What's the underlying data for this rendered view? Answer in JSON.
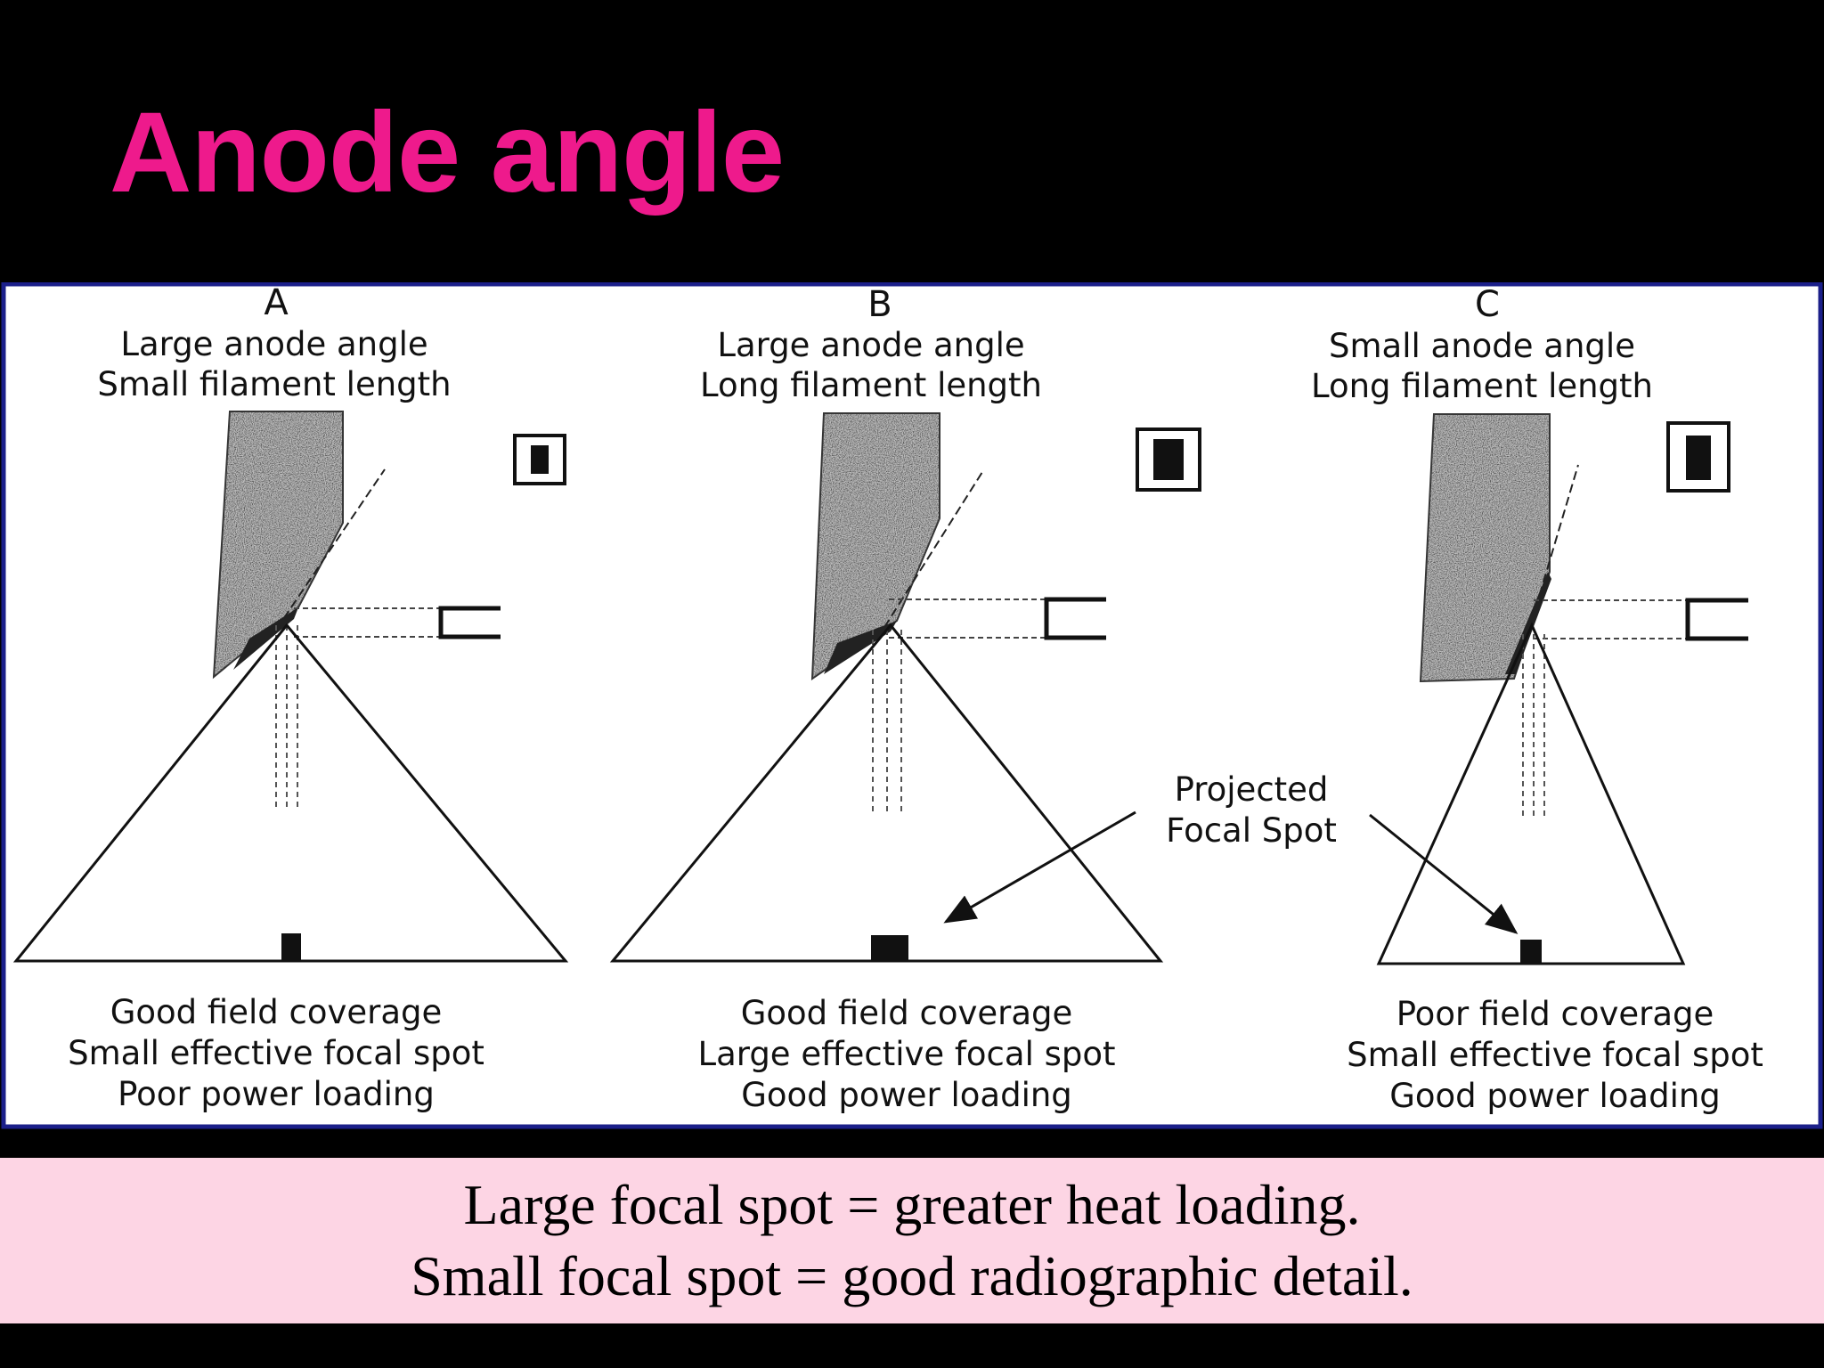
{
  "slide": {
    "title": "Anode angle",
    "colors": {
      "background": "#000000",
      "title": "#EE1A8C",
      "figure_border": "#1B1F8A",
      "caption_band": "#FDD5E4"
    }
  },
  "panels": [
    {
      "letter": "A",
      "heading": [
        "Large anode angle",
        "Small filament length"
      ],
      "results": [
        "Good field coverage",
        "Small effective focal spot",
        "Poor power loading"
      ]
    },
    {
      "letter": "B",
      "heading": [
        "Large anode angle",
        "Long filament length"
      ],
      "results": [
        "Good field coverage",
        "Large effective focal spot",
        "Good power loading"
      ]
    },
    {
      "letter": "C",
      "heading": [
        "Small anode angle",
        "Long filament length"
      ],
      "results": [
        "Poor field coverage",
        "Small effective focal spot",
        "Good power loading"
      ]
    }
  ],
  "callout": [
    "Projected",
    "Focal Spot"
  ],
  "caption": [
    "Large focal spot = greater heat loading.",
    "Small focal spot = good radiographic detail."
  ]
}
